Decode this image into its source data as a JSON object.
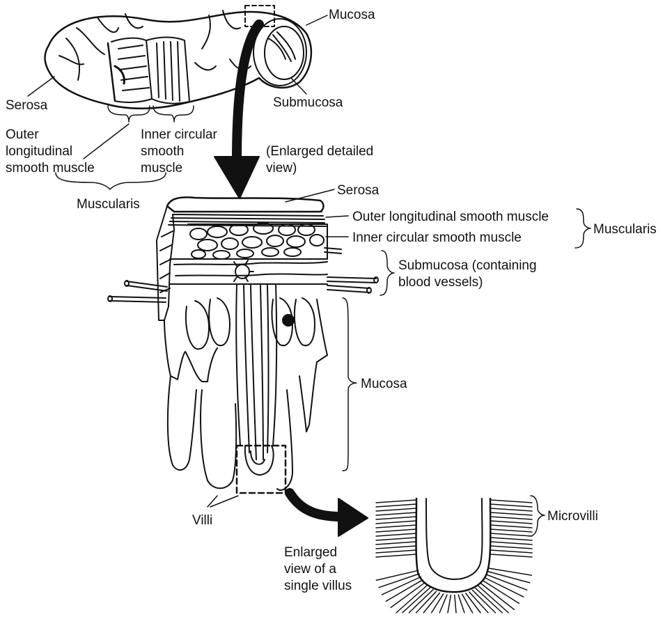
{
  "labels": {
    "mucosa_top": "Mucosa",
    "serosa_top": "Serosa",
    "submucosa_top": "Submucosa",
    "outer_longitudinal_top": "Outer\nlongitudinal\nsmooth muscle",
    "inner_circular_top": "Inner circular\nsmooth\nmuscle",
    "muscularis_top": "Muscularis",
    "enlarged_detailed_view": "(Enlarged detailed\nview)",
    "serosa_mid": "Serosa",
    "outer_longitudinal_mid": "Outer longitudinal smooth muscle",
    "inner_circular_mid": "Inner circular smooth muscle",
    "muscularis_mid": "Muscularis",
    "submucosa_mid": "Submucosa (containing\nblood vessels)",
    "mucosa_mid": "Mucosa",
    "villi": "Villi",
    "enlarged_single_villus": "Enlarged\nview of a\nsingle villus",
    "microvilli": "Microvilli"
  },
  "colors": {
    "ink": "#111111",
    "paper": "#ffffff"
  }
}
